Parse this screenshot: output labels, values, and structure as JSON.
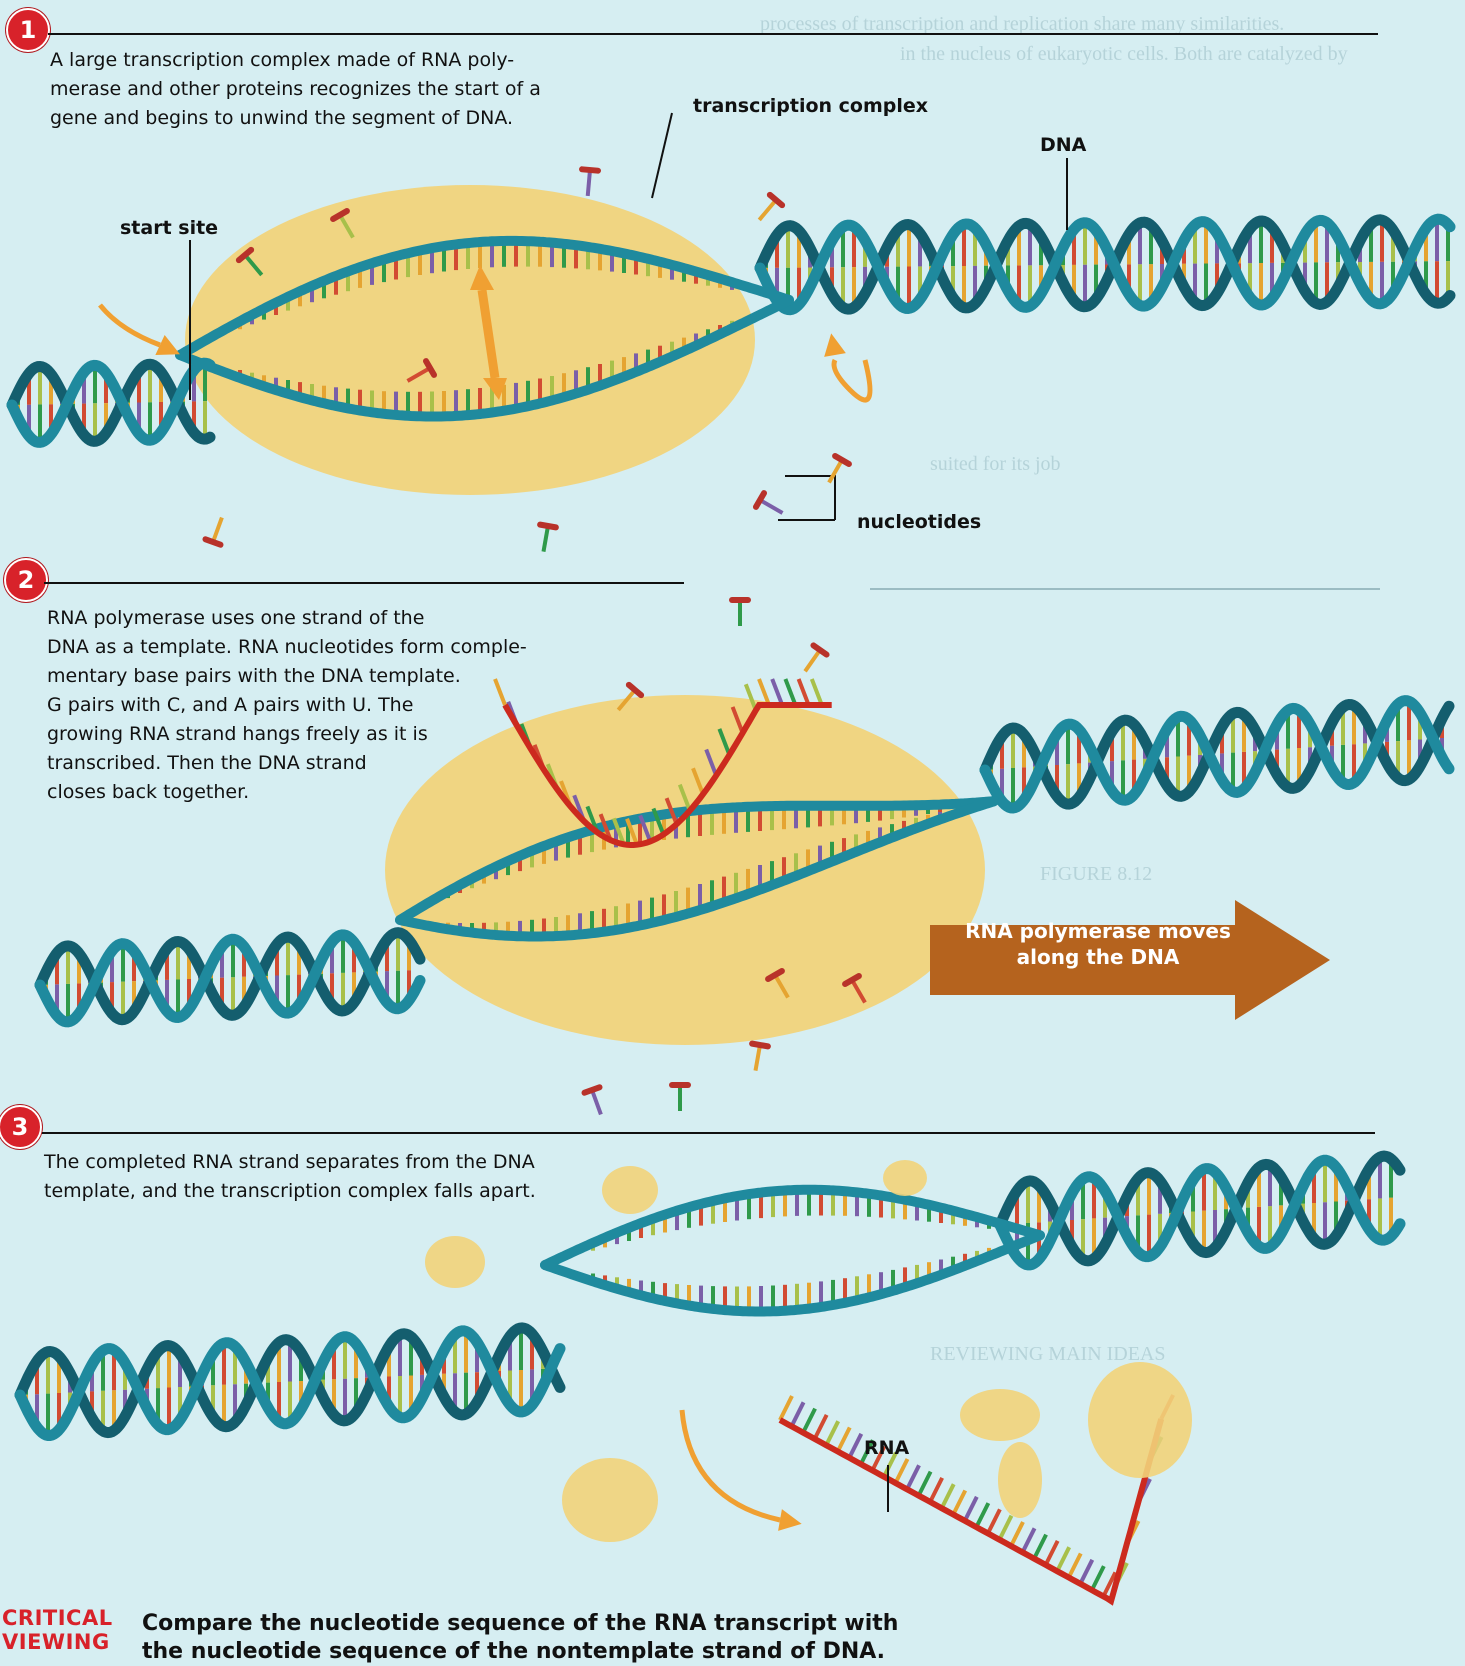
{
  "steps": [
    {
      "number": "1",
      "text": "A large transcription complex made of RNA poly-\nmerase and other proteins recognizes the start of a\ngene and begins to unwind the segment of DNA."
    },
    {
      "number": "2",
      "text": "RNA polymerase uses one strand of the\nDNA as a template. RNA nucleotides form comple-\nmentary base pairs with the DNA template.\nG pairs with C, and A pairs with U. The\ngrowing RNA strand hangs freely as it is\ntranscribed. Then the DNA strand\ncloses back together."
    },
    {
      "number": "3",
      "text": "The completed RNA strand separates from the DNA\ntemplate, and the transcription complex falls apart."
    }
  ],
  "labels": {
    "transcription_complex": "transcription complex",
    "dna": "DNA",
    "start_site": "start site",
    "nucleotides": "nucleotides",
    "rna": "RNA",
    "polymerase_arrow": "RNA polymerase moves\nalong the DNA"
  },
  "critical_viewing": {
    "tag": "CRITICAL\nVIEWING",
    "text": "Compare the nucleotide sequence of the RNA transcript with\nthe nucleotide sequence of the nontemplate strand of DNA."
  },
  "colors": {
    "dna_strand": "#1f8a9e",
    "complex": "#f2d37a",
    "rna_backbone": "#cc2a1e",
    "arrow": "#f0a032",
    "polymerase_arrow": "#b5631e",
    "badge": "#d8222a"
  }
}
